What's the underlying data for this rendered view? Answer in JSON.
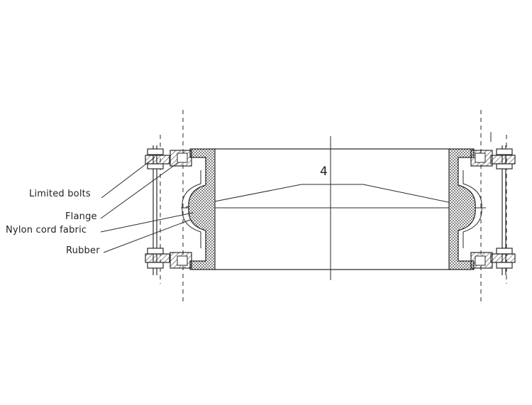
{
  "labels": {
    "limited_bolts": "Limited bolts",
    "flange": "Flange",
    "nylon_cord_fabric": "Nylon cord fabric",
    "rubber": "Rubber",
    "section_number": "4"
  },
  "colors": {
    "line": "#2a2a2a",
    "fill": "#ffffff"
  }
}
